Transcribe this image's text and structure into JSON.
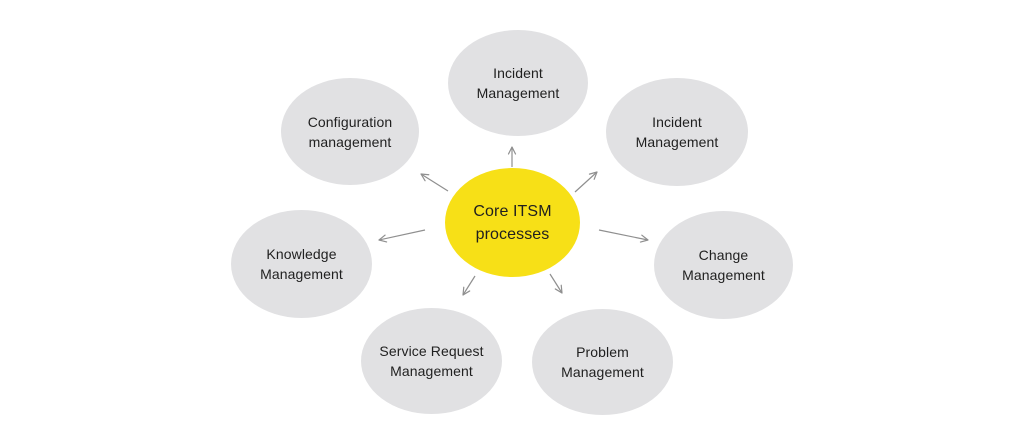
{
  "diagram": {
    "center": {
      "label": "Core ITSM processes"
    },
    "nodes": [
      {
        "id": "incident-management-top",
        "label": "Incident Management"
      },
      {
        "id": "configuration-management",
        "label": "Configuration management"
      },
      {
        "id": "incident-management-right",
        "label": "Incident Management"
      },
      {
        "id": "knowledge-management",
        "label": "Knowledge Management"
      },
      {
        "id": "change-management",
        "label": "Change Management"
      },
      {
        "id": "service-request-management",
        "label": "Service Request Management"
      },
      {
        "id": "problem-management",
        "label": "Problem Management"
      }
    ],
    "colors": {
      "background": "#FFFFFF",
      "node_fill": "#E1E1E3",
      "center_fill": "#F7E017",
      "text": "#1F1F1F",
      "arrow": "#8F8F8F"
    }
  }
}
